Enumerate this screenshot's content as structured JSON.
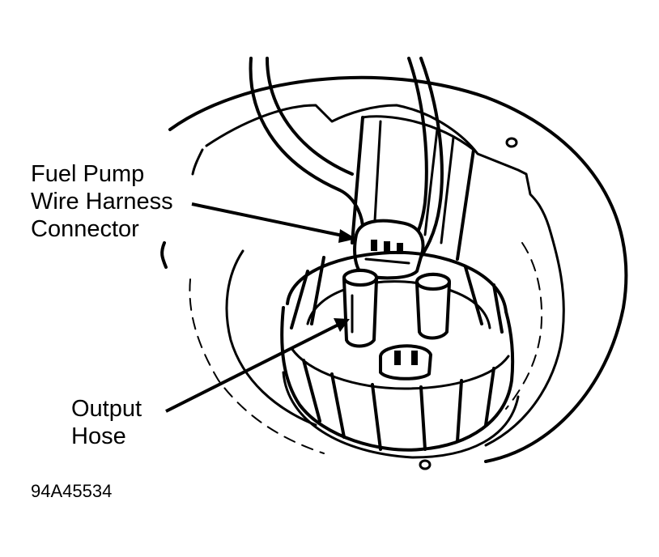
{
  "labels": {
    "fuel_pump_connector": [
      "Fuel Pump",
      "Wire Harness",
      "Connector"
    ],
    "output_hose": [
      "Output",
      "Hose"
    ]
  },
  "figure_id": "94A45534"
}
